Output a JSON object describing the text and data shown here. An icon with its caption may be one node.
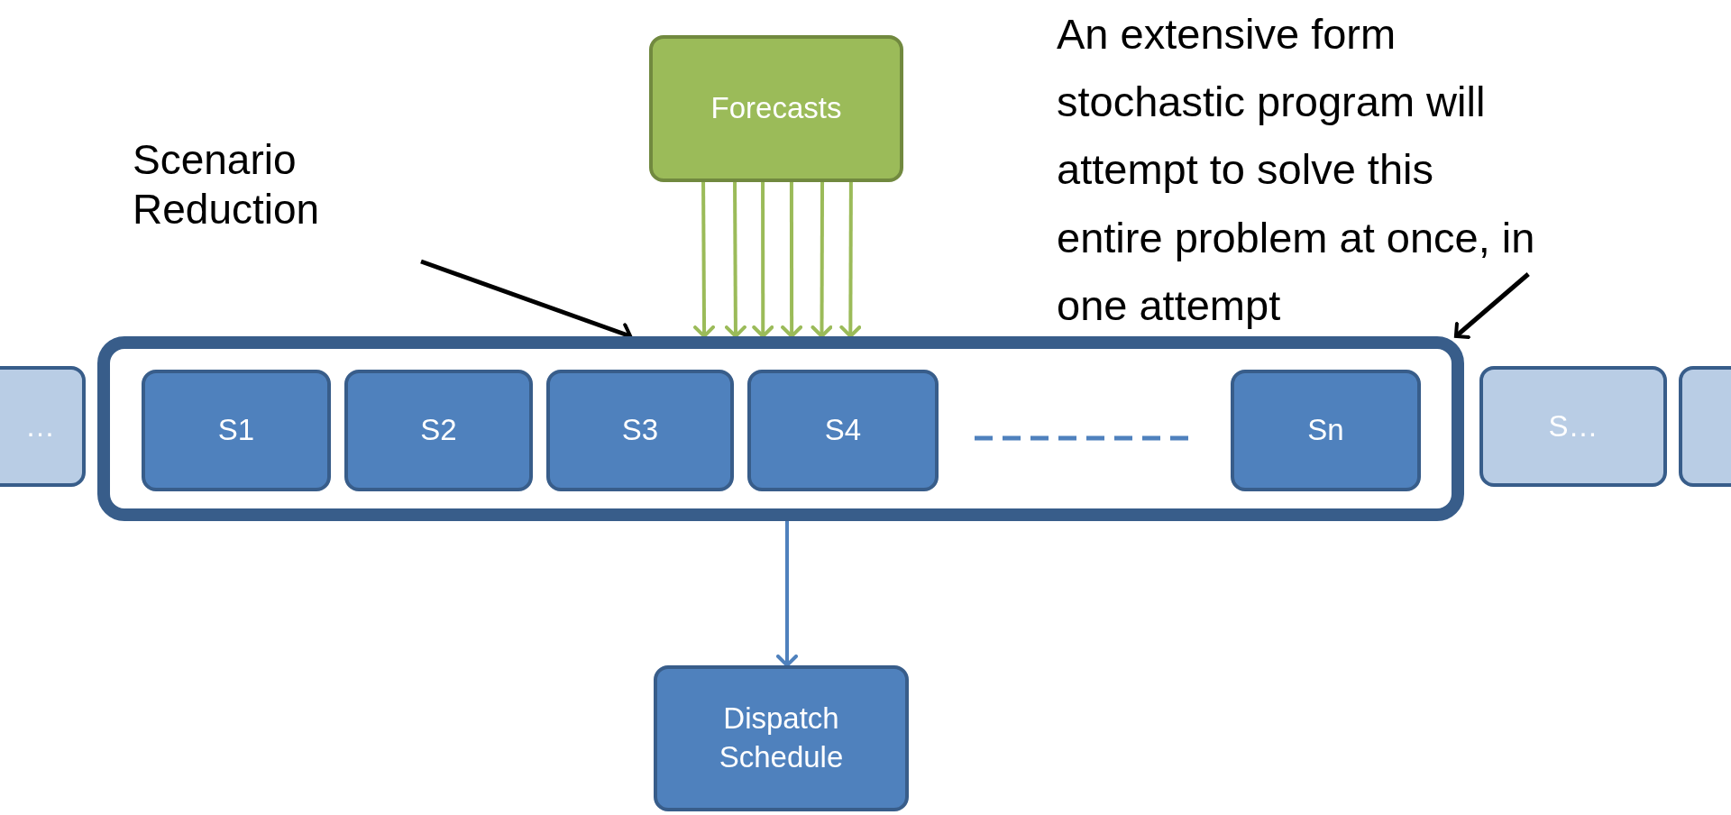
{
  "diagram": {
    "nodes": [
      {
        "text": [
          "Forecasts"
        ]
      },
      {
        "text": [
          "Scenario Reduction"
        ]
      },
      {
        "text": [
          "An extensive form stochastic program will attempt to solve this entire problem at once, in one attempt"
        ]
      },
      {
        "text": [
          "…"
        ]
      },
      {
        "text": [],
        "shape": "box"
      },
      {
        "text": [
          "S1"
        ],
        "in": 4
      },
      {
        "text": [
          "S2"
        ],
        "in": 4
      },
      {
        "text": [
          "S3"
        ],
        "in": 4
      },
      {
        "text": [
          "S4"
        ],
        "in": 4
      },
      {
        "text": [
          "Sn"
        ],
        "in": 4
      },
      {
        "text": [
          "S…"
        ]
      },
      {
        "text": [],
        "shape": "box"
      },
      {
        "text": [
          "Dispatch Schedule"
        ]
      }
    ],
    "edges": [
      {
        "from": 0,
        "to": 4,
        "arrow": "to",
        "color": "#9bbb59"
      },
      {
        "from": 0,
        "to": 4,
        "arrow": "to",
        "color": "#9bbb59"
      },
      {
        "from": 0,
        "to": 4,
        "arrow": "to",
        "color": "#9bbb59"
      },
      {
        "from": 0,
        "to": 4,
        "arrow": "to",
        "color": "#9bbb59"
      },
      {
        "from": 0,
        "to": 4,
        "arrow": "to",
        "color": "#9bbb59"
      },
      {
        "from": 0,
        "to": 4,
        "arrow": "to",
        "color": "#9bbb59"
      },
      {
        "from": 1,
        "to": 4,
        "arrow": "to",
        "color": "#000000"
      },
      {
        "from": 2,
        "to": 4,
        "arrow": "to",
        "color": "#000000"
      },
      {
        "from": 4,
        "to": 12,
        "arrow": "to",
        "color": "#4f81bd"
      }
    ]
  }
}
